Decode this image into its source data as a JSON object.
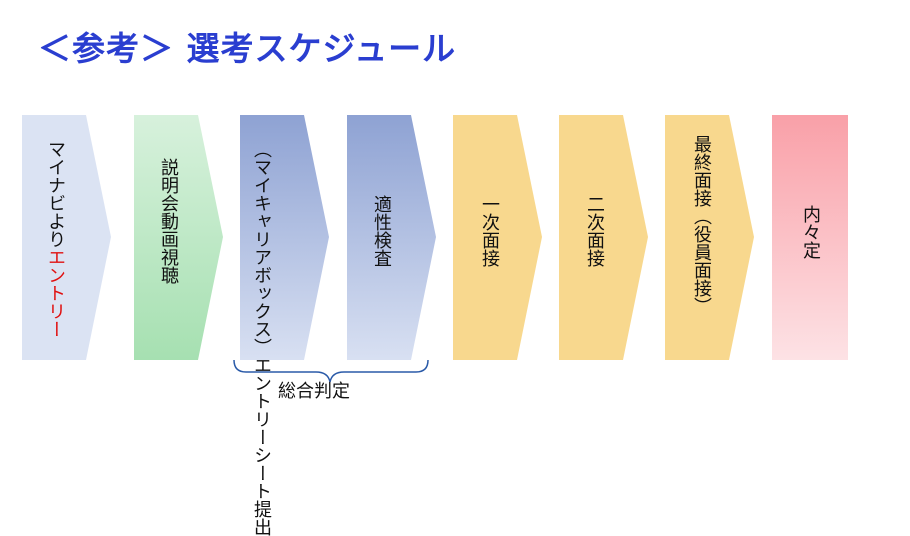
{
  "title": "＜参考＞ 選考スケジュール",
  "steps": [
    {
      "prefix": "マイナビより",
      "accent": "エントリー",
      "color_top": "#dbe3f3",
      "color_bottom": "#dbe3f3"
    },
    {
      "label": "説明会動画視聴",
      "color_top": "#d7f1dc",
      "color_bottom": "#a6e0b1"
    },
    {
      "line1": "エントリーシート提出",
      "line2": "（マイキャリアボックス）",
      "color_top": "#8ea2d3",
      "color_bottom": "#d8e0f2"
    },
    {
      "label": "適性検査",
      "color_top": "#8ea2d3",
      "color_bottom": "#d8e0f2"
    },
    {
      "label": "一次面接",
      "color_top": "#f8d88e",
      "color_bottom": "#f8d88e"
    },
    {
      "label": "二次面接",
      "color_top": "#f8d88e",
      "color_bottom": "#f8d88e"
    },
    {
      "label": "最終面接（役員面接）",
      "color_top": "#f8d88e",
      "color_bottom": "#f8d88e"
    },
    {
      "label": "内々定",
      "color_top": "#f9a0a8",
      "color_bottom": "#fde2e5"
    }
  ],
  "bracket_label": "総合判定",
  "colors": {
    "title": "#2a3ed0",
    "accent": "#e01010",
    "bracket": "#2a5aa8"
  }
}
